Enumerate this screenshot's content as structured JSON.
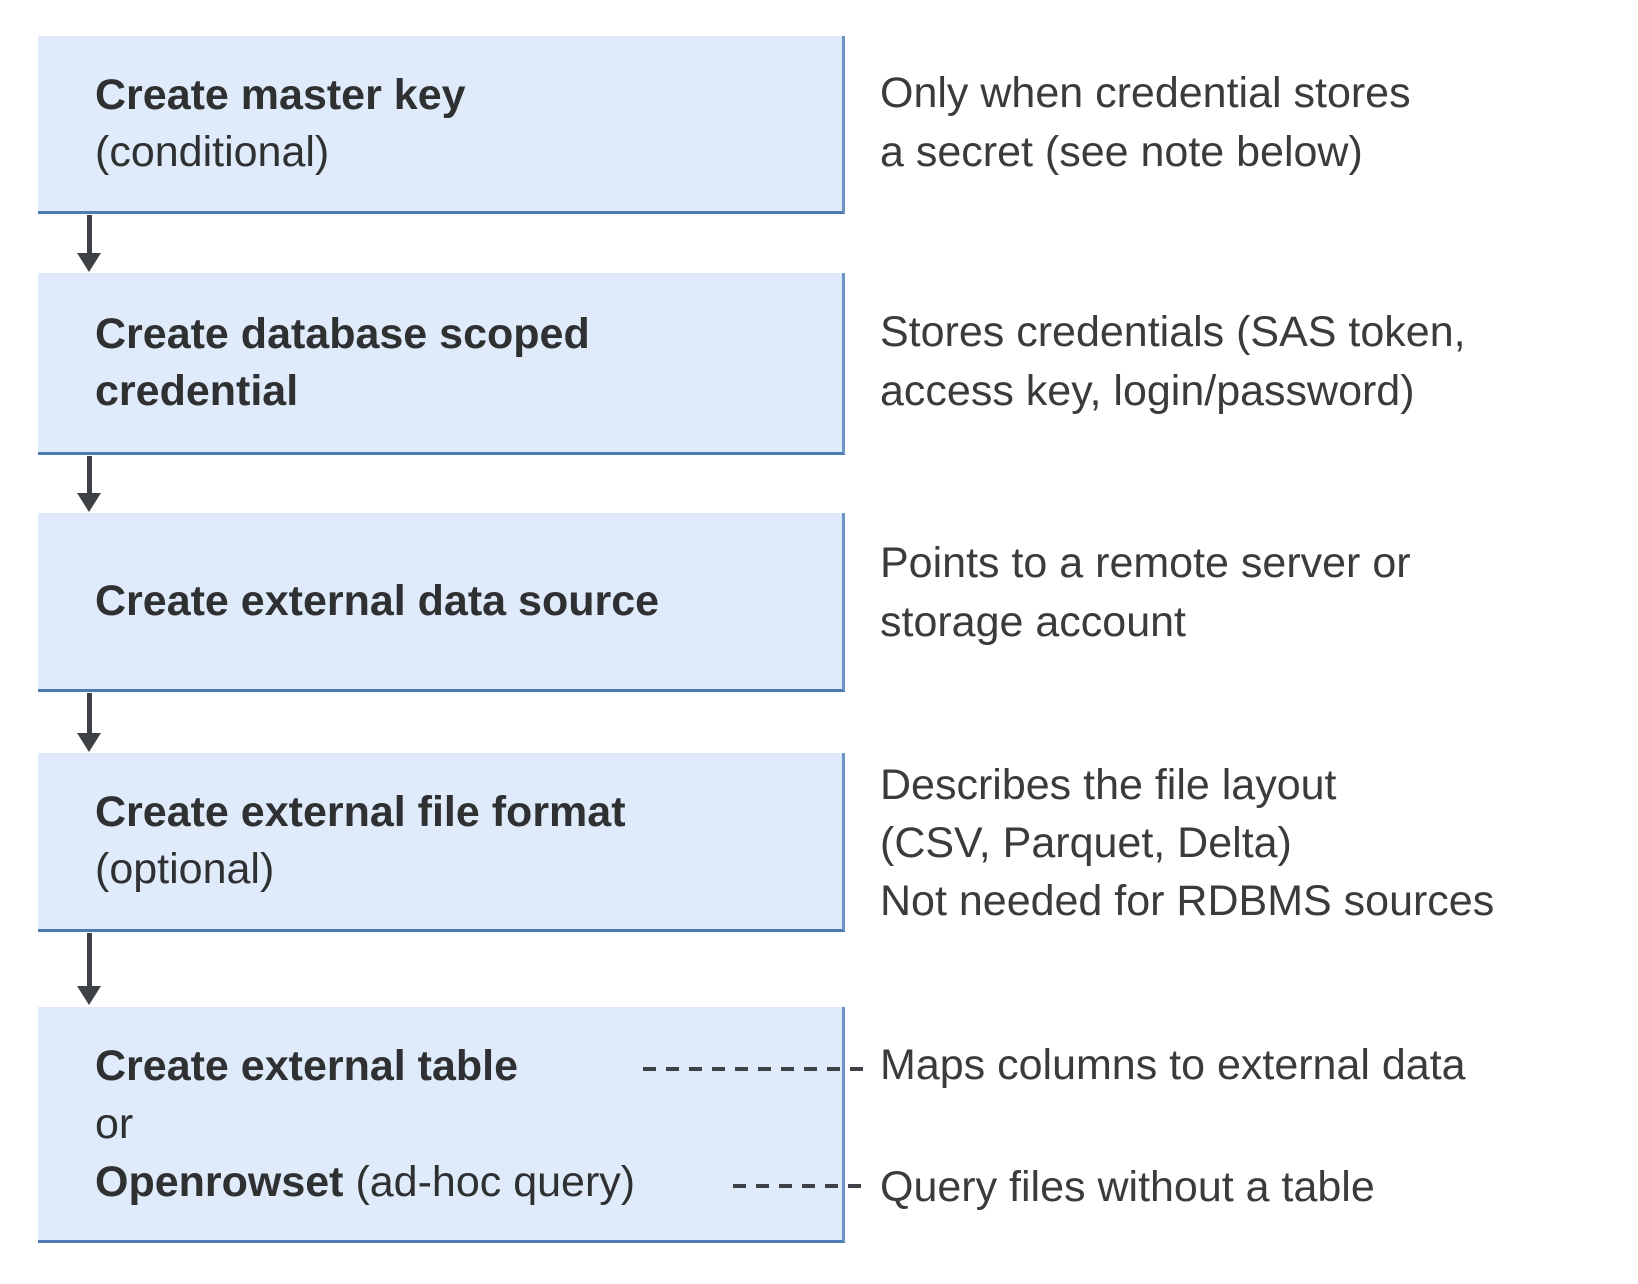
{
  "boxes": [
    {
      "title": "Create master key",
      "subtitle": "(conditional)"
    },
    {
      "title_line1": "Create database scoped",
      "title_line2": "credential"
    },
    {
      "title": "Create external data source"
    },
    {
      "title": "Create external file format",
      "subtitle": "(optional)"
    },
    {
      "option1_bold": "Create external table",
      "connector": "or",
      "option2_bold": "Openrowset",
      "option2_detail": "(ad-hoc query)"
    }
  ],
  "notes": [
    {
      "lines": [
        "Only when credential stores",
        "a secret (see note below)"
      ]
    },
    {
      "lines": [
        "Stores credentials (SAS token,",
        "access key, login/password)"
      ]
    },
    {
      "lines": [
        "Points to a remote server or",
        "storage account"
      ]
    },
    {
      "lines": [
        "Describes the file layout",
        "(CSV, Parquet, Delta)",
        "Not needed for RDBMS sources"
      ]
    },
    {
      "lines": [
        "Maps columns to external data"
      ]
    },
    {
      "lines": [
        "Query files without a table"
      ]
    }
  ],
  "colors": {
    "box_fill": "#dfeafa",
    "box_border_right": "#6d95c3",
    "box_border_bottom": "#4d7cb2",
    "title_text": "#2f3032",
    "note_text": "#3a3b3d",
    "arrow_and_dash": "#3e4145",
    "background": "#ffffff"
  }
}
